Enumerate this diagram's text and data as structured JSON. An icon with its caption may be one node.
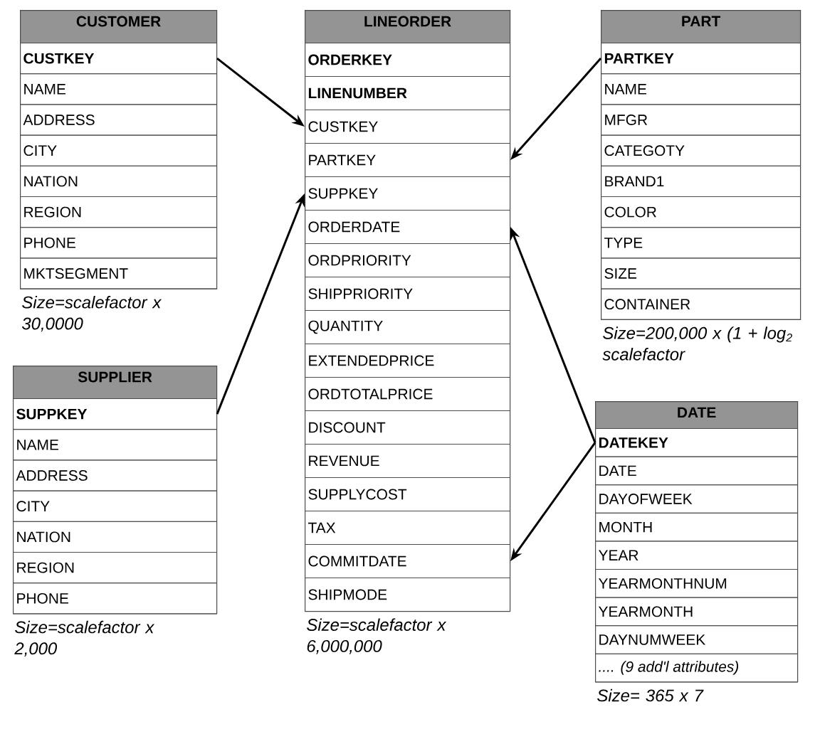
{
  "diagram": {
    "nodes": [
      {
        "text": [
          "CUSTOMER"
        ],
        "beside": [
          "Size=scalefactor x 30,0000"
        ]
      },
      {
        "text": [
          "CUSTKEY"
        ],
        "in": 0
      },
      {
        "text": [
          "NAME"
        ],
        "in": 0
      },
      {
        "text": [
          "ADDRESS"
        ],
        "in": 0
      },
      {
        "text": [
          "CITY"
        ],
        "in": 0
      },
      {
        "text": [
          "NATION"
        ],
        "in": 0
      },
      {
        "text": [
          "REGION"
        ],
        "in": 0
      },
      {
        "text": [
          "PHONE"
        ],
        "in": 0
      },
      {
        "text": [
          "MKTSEGMENT"
        ],
        "in": 0
      },
      {
        "text": [
          "LINEORDER"
        ],
        "beside": [
          "Size=scalefactor x 6,000,000"
        ]
      },
      {
        "text": [
          "ORDERKEY"
        ],
        "in": 9
      },
      {
        "text": [
          "LINENUMBER"
        ],
        "in": 9
      },
      {
        "text": [
          "CUSTKEY"
        ],
        "in": 9
      },
      {
        "text": [
          "PARTKEY"
        ],
        "in": 9
      },
      {
        "text": [
          "SUPPKEY"
        ],
        "in": 9
      },
      {
        "text": [
          "ORDERDATE"
        ],
        "in": 9
      },
      {
        "text": [
          "ORDPRIORITY"
        ],
        "in": 9
      },
      {
        "text": [
          "SHIPPRIORITY"
        ],
        "in": 9
      },
      {
        "text": [
          "QUANTITY"
        ],
        "in": 9
      },
      {
        "text": [
          "EXTENDEDPRICE"
        ],
        "in": 9
      },
      {
        "text": [
          "ORDTOTALPRICE"
        ],
        "in": 9
      },
      {
        "text": [
          "DISCOUNT"
        ],
        "in": 9
      },
      {
        "text": [
          "REVENUE"
        ],
        "in": 9
      },
      {
        "text": [
          "SUPPLYCOST"
        ],
        "in": 9
      },
      {
        "text": [
          "TAX"
        ],
        "in": 9
      },
      {
        "text": [
          "COMMITDATE"
        ],
        "in": 9
      },
      {
        "text": [
          "SHIPMODE"
        ],
        "in": 9
      },
      {
        "text": [
          "PART"
        ],
        "beside": [
          "Size=200,000 x (1 + log$_{2}$ scalefactor"
        ]
      },
      {
        "text": [
          "PARTKEY"
        ],
        "in": 27
      },
      {
        "text": [
          "NAME"
        ],
        "in": 27
      },
      {
        "text": [
          "MFGR"
        ],
        "in": 27
      },
      {
        "text": [
          "CATEGOTY"
        ],
        "in": 27
      },
      {
        "text": [
          "BRAND1"
        ],
        "in": 27
      },
      {
        "text": [
          "COLOR"
        ],
        "in": 27
      },
      {
        "text": [
          "TYPE"
        ],
        "in": 27
      },
      {
        "text": [
          "SIZE"
        ],
        "in": 27
      },
      {
        "text": [
          "CONTAINER"
        ],
        "in": 27
      },
      {
        "text": [
          "SUPPLIER"
        ],
        "beside": [
          "Size=scalefactor x 2,000"
        ]
      },
      {
        "text": [
          "SUPPKEY"
        ],
        "in": 37
      },
      {
        "text": [
          "NAME"
        ],
        "in": 37
      },
      {
        "text": [
          "ADDRESS"
        ],
        "in": 37
      },
      {
        "text": [
          "CITY"
        ],
        "in": 37
      },
      {
        "text": [
          "NATION"
        ],
        "in": 37
      },
      {
        "text": [
          "REGION"
        ],
        "in": 37
      },
      {
        "text": [
          "PHONE"
        ],
        "in": 37
      },
      {
        "text": [
          "DATE"
        ],
        "beside": [
          "Size= 365 x 7"
        ]
      },
      {
        "text": [
          "DATEKEY"
        ],
        "in": 45
      },
      {
        "text": [
          "DATE"
        ],
        "in": 45
      },
      {
        "text": [
          "DAYOFWEEK"
        ],
        "in": 45
      },
      {
        "text": [
          "MONTH"
        ],
        "in": 45
      },
      {
        "text": [
          "YEAR"
        ],
        "in": 45
      },
      {
        "text": [
          "YEARMONTHNUM"
        ],
        "in": 45
      },
      {
        "text": [
          "YEARMONTH"
        ],
        "in": 45
      },
      {
        "text": [
          "DAYNUMWEEK"
        ],
        "in": 45
      },
      {
        "text": [
          ".... (9 add'l attributes)"
        ],
        "in": 45
      }
    ],
    "edges": [
      {
        "from": 1,
        "to": 12,
        "arrow": "to"
      },
      {
        "from": 28,
        "to": 13,
        "arrow": "to"
      },
      {
        "from": 38,
        "to": 14,
        "arrow": "to"
      },
      {
        "from": 46,
        "to": 15,
        "arrow": "to"
      },
      {
        "from": 46,
        "to": 25,
        "arrow": "to"
      }
    ]
  }
}
